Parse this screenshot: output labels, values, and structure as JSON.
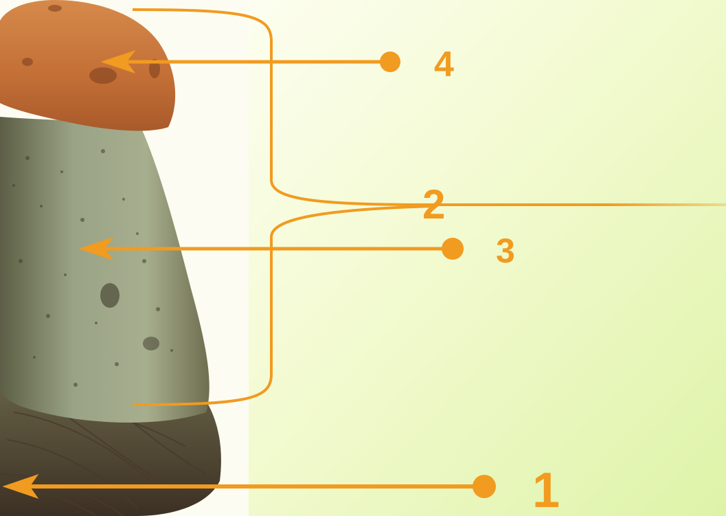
{
  "labels": {
    "cap": "4",
    "bracket": "2",
    "stem": "3",
    "base": "1"
  },
  "colors": {
    "annotation": "#F19B20",
    "background_light": "#FBFDE6",
    "background_green": "#E4F6B4",
    "cap": "#C9763E",
    "stem": "#8E9A78"
  }
}
